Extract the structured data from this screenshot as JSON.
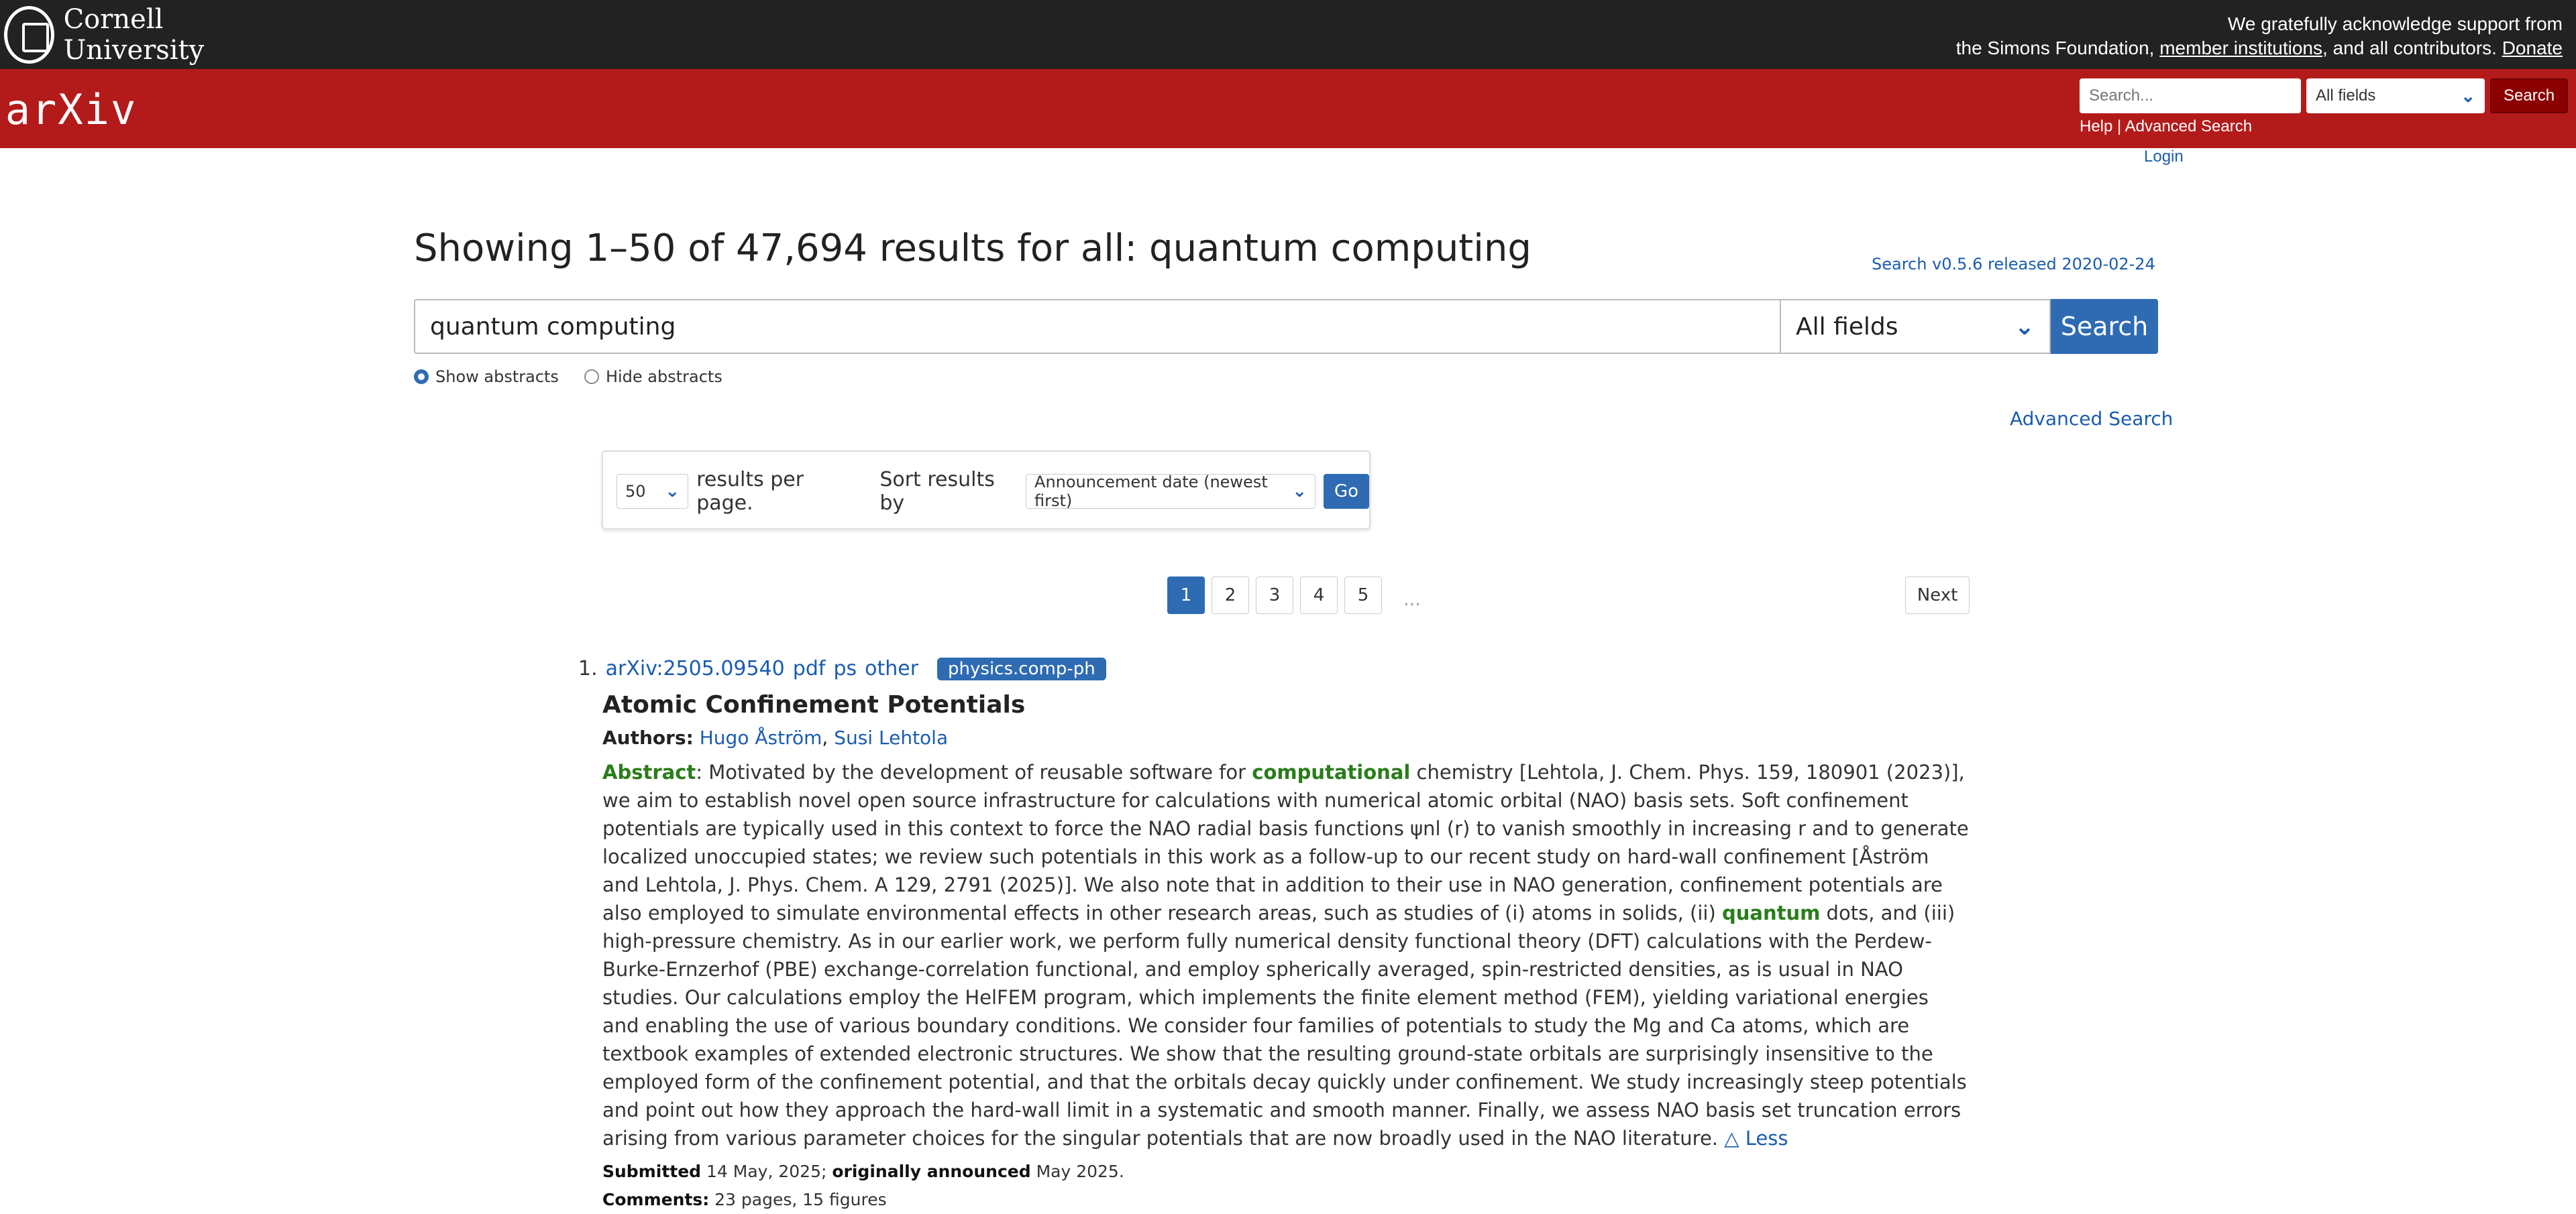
{
  "topbar": {
    "org_name": "Cornell University",
    "acknowledge_line1": "We gratefully acknowledge support from",
    "acknowledge_prefix": "the Simons Foundation, ",
    "member_link": "member institutions",
    "acknowledge_suffix": ", and all contributors. ",
    "donate_link": "Donate"
  },
  "header": {
    "logo_text": "arXiv",
    "search_placeholder": "Search...",
    "field_select": "All fields",
    "search_button": "Search",
    "help_link": "Help",
    "separator": "|",
    "advanced_link": "Advanced Search",
    "login_link": "Login"
  },
  "results_header": {
    "title": "Showing 1–50 of 47,694 results for all: quantum computing",
    "version_link": "Search v0.5.6 released 2020-02-24",
    "query": "quantum computing",
    "field_select": "All fields",
    "search_button": "Search",
    "show_abstracts": "Show abstracts",
    "hide_abstracts": "Hide abstracts",
    "advanced_search": "Advanced Search"
  },
  "options": {
    "per_page": "50",
    "per_page_label": "results per page.",
    "sort_label": "Sort results by",
    "sort_value": "Announcement date (newest first)",
    "go_button": "Go"
  },
  "pagination": {
    "pages": [
      "1",
      "2",
      "3",
      "4",
      "5"
    ],
    "ellipsis": "…",
    "next": "Next"
  },
  "result": {
    "number": "1.",
    "arxiv_id": "arXiv:2505.09540",
    "pdf": "pdf",
    "ps": "ps",
    "other": "other",
    "category": "physics.comp-ph",
    "title": "Atomic Confinement Potentials",
    "authors_label": "Authors:",
    "author1": "Hugo Åström",
    "author2": "Susi Lehtola",
    "abstract_label": "Abstract",
    "abstract_p1": ": Motivated by the development of reusable software for ",
    "hl1": "computational",
    "abstract_p2": " chemistry [Lehtola, J. Chem. Phys. 159, 180901 (2023)], we aim to establish novel open source infrastructure for calculations with numerical atomic orbital (NAO) basis sets. Soft confinement potentials are typically used in this context to force the NAO radial basis functions ψnl (r) to vanish smoothly in increasing r and to generate localized unoccupied states; we review such potentials in this work as a follow-up to our recent study on hard-wall confinement [Åström and Lehtola, J. Phys. Chem. A 129, 2791 (2025)]. We also note that in addition to their use in NAO generation, confinement potentials are also employed to simulate environmental effects in other research areas, such as studies of (i) atoms in solids, (ii) ",
    "hl2": "quantum",
    "abstract_p3": " dots, and (iii) high-pressure chemistry. As in our earlier work, we perform fully numerical density functional theory (DFT) calculations with the Perdew-Burke-Ernzerhof (PBE) exchange-correlation functional, and employ spherically averaged, spin-restricted densities, as is usual in NAO studies. Our calculations employ the HelFEM program, which implements the finite element method (FEM), yielding variational energies and enabling the use of various boundary conditions. We consider four families of potentials to study the Mg and Ca atoms, which are textbook examples of extended electronic structures. We show that the resulting ground-state orbitals are surprisingly insensitive to the employed form of the confinement potential, and that the orbitals decay quickly under confinement. We study increasingly steep potentials and point out how they approach the hard-wall limit in a systematic and smooth manner. Finally, we assess NAO basis set truncation errors arising from various parameter choices for the singular potentials that are now broadly used in the NAO literature. ",
    "less_link": "△ Less",
    "submitted_label": "Submitted",
    "submitted_date": " 14 May, 2025; ",
    "announced_label": "originally announced",
    "announced_date": " May 2025.",
    "comments_label": "Comments:",
    "comments_text": " 23 pages, 15 figures"
  }
}
